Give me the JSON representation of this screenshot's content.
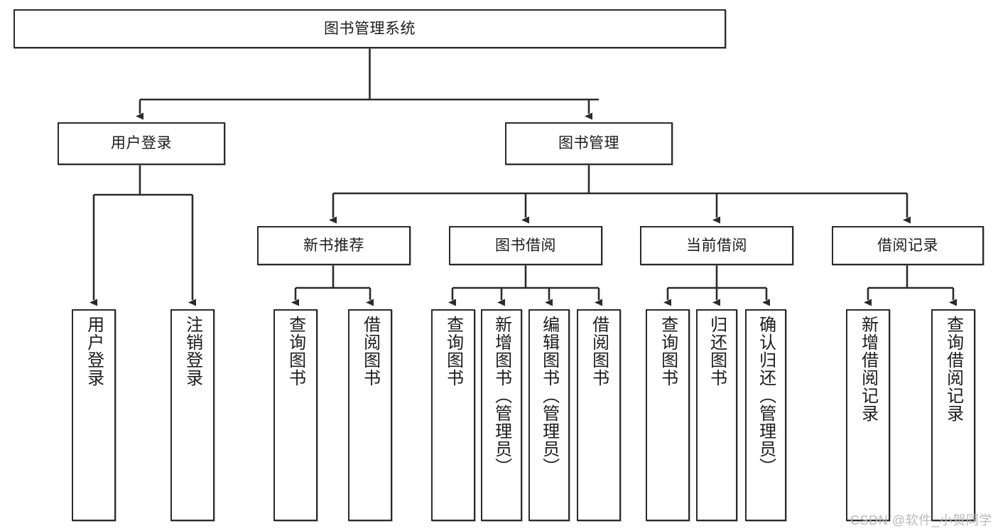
{
  "diagram": {
    "title": "图书管理系统",
    "watermark": "CSDN @软件_小贺同学",
    "stroke_color": "#2b2b2b",
    "fill_color": "#ffffff",
    "text_color": "#1c1c1c",
    "watermark_color": "#b9b9b9",
    "type": "tree",
    "nodes": {
      "root": {
        "label": "图书管理系统"
      },
      "level2": [
        {
          "id": "user-login",
          "label": "用户登录"
        },
        {
          "id": "book-management",
          "label": "图书管理"
        }
      ],
      "level3": [
        {
          "id": "new-book-recommend",
          "label": "新书推荐"
        },
        {
          "id": "book-borrow",
          "label": "图书借阅"
        },
        {
          "id": "current-borrow",
          "label": "当前借阅"
        },
        {
          "id": "borrow-record",
          "label": "借阅记录"
        }
      ],
      "leaves": {
        "user-login": [
          {
            "id": "leaf-user-login",
            "label": "用户登录"
          },
          {
            "id": "leaf-logout",
            "label": "注销登录"
          }
        ],
        "new-book-recommend": [
          {
            "id": "leaf-query-book-1",
            "label": "查询图书"
          },
          {
            "id": "leaf-borrow-book-1",
            "label": "借阅图书"
          }
        ],
        "book-borrow": [
          {
            "id": "leaf-query-book-2",
            "label": "查询图书"
          },
          {
            "id": "leaf-add-book",
            "label": "新增图书（管理员）"
          },
          {
            "id": "leaf-edit-book",
            "label": "编辑图书（管理员）"
          },
          {
            "id": "leaf-borrow-book-2",
            "label": "借阅图书"
          }
        ],
        "current-borrow": [
          {
            "id": "leaf-query-book-3",
            "label": "查询图书"
          },
          {
            "id": "leaf-return-book",
            "label": "归还图书"
          },
          {
            "id": "leaf-confirm-return",
            "label": "确认归还（管理员）"
          }
        ],
        "borrow-record": [
          {
            "id": "leaf-add-record",
            "label": "新增借阅记录"
          },
          {
            "id": "leaf-query-record",
            "label": "查询借阅记录"
          }
        ]
      }
    }
  }
}
